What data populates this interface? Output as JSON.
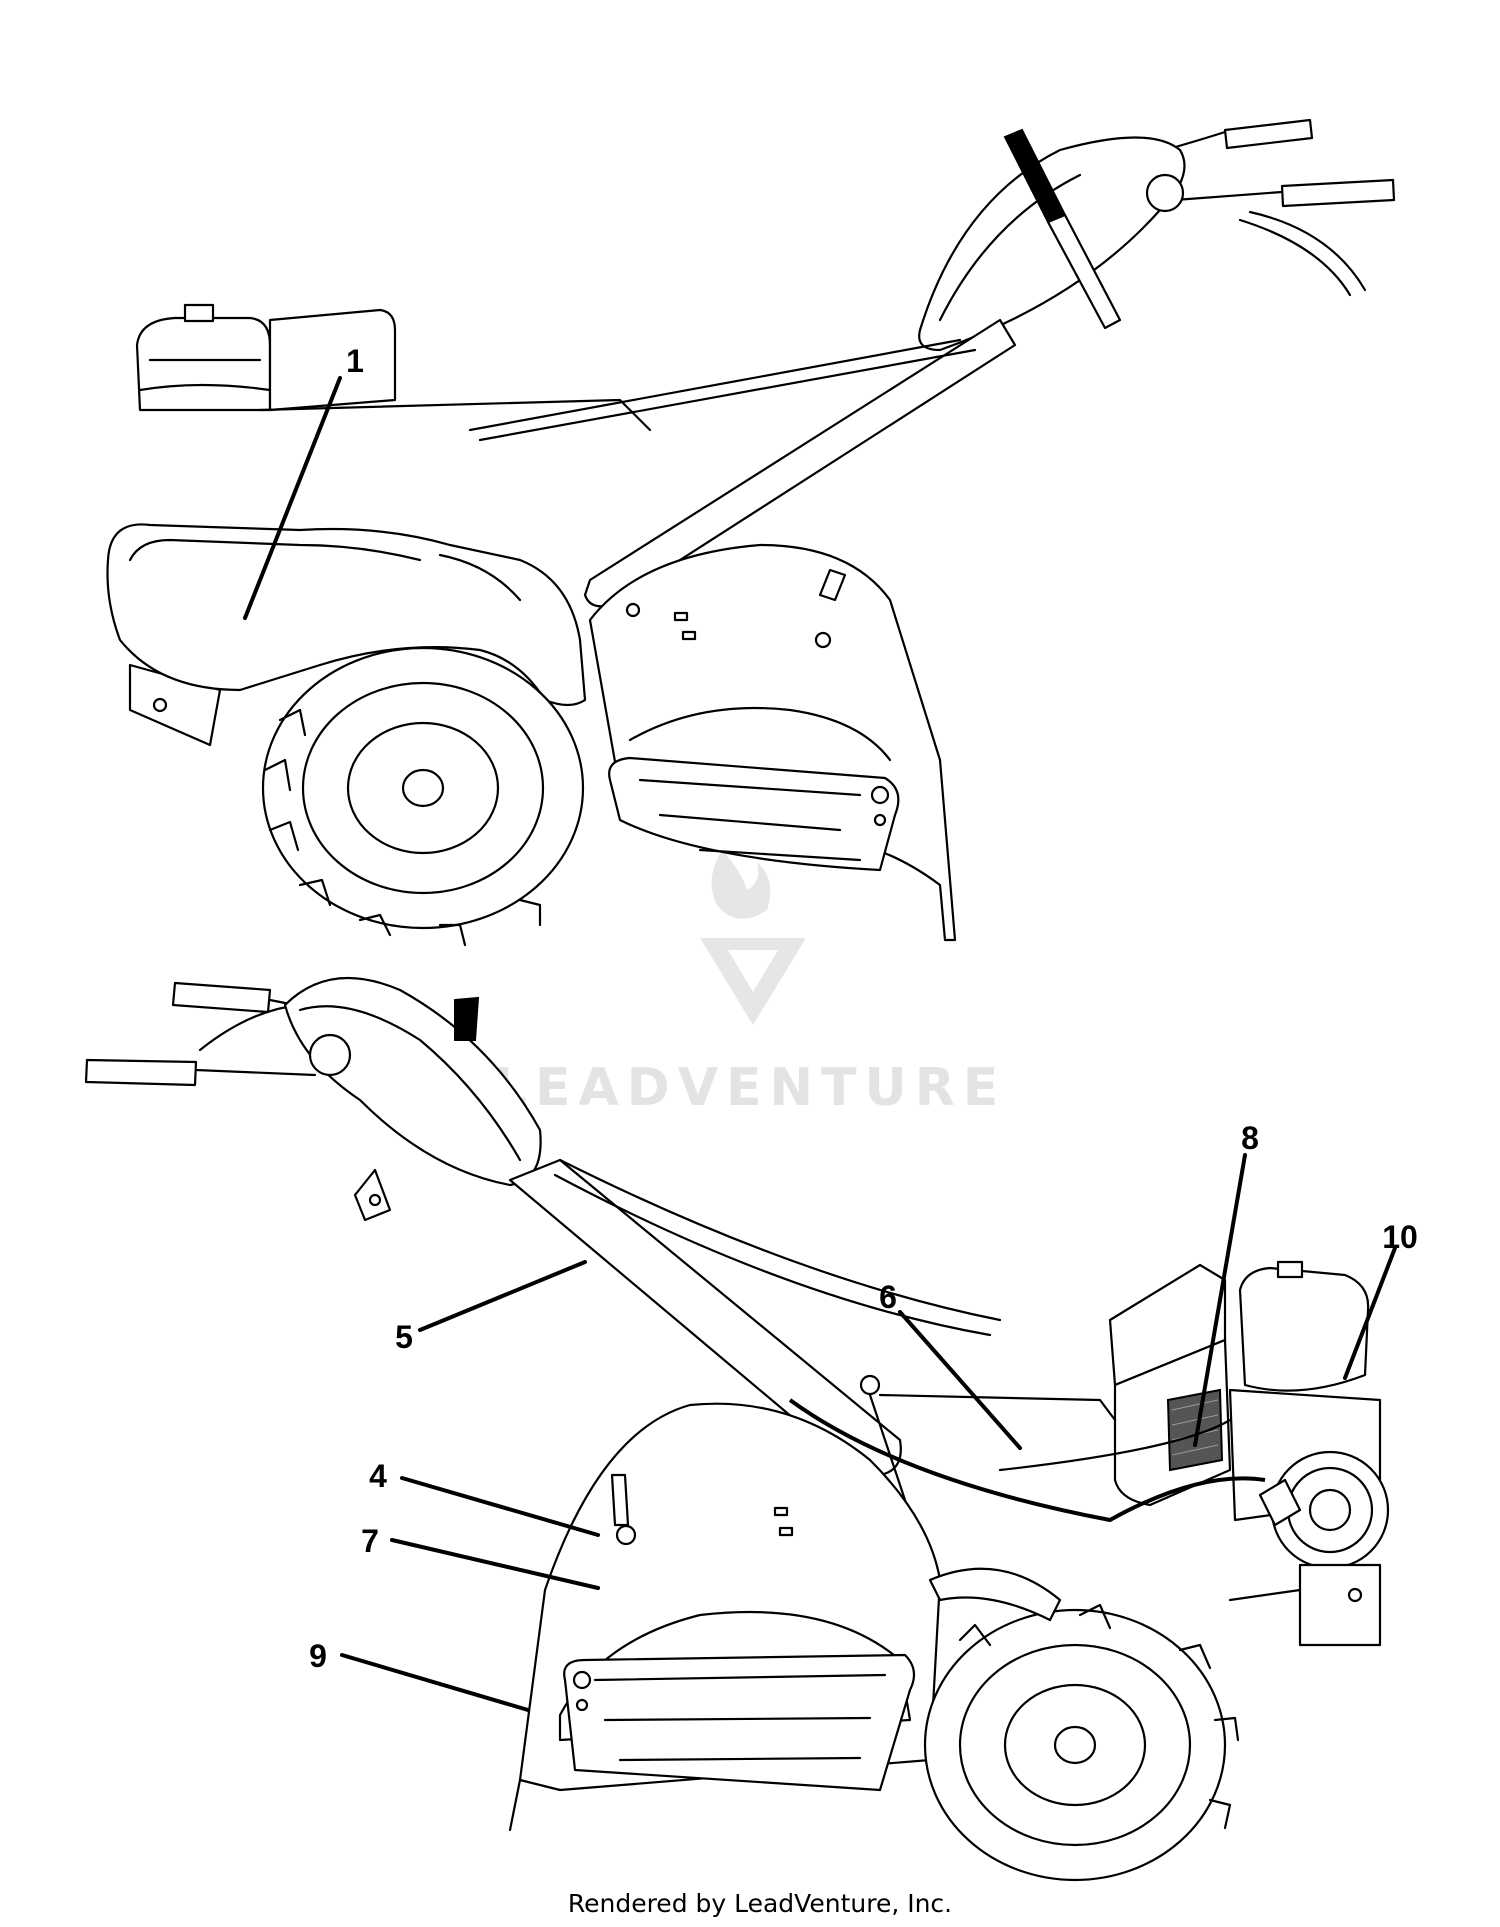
{
  "callouts": [
    {
      "id": "1",
      "label": "1"
    },
    {
      "id": "4",
      "label": "4"
    },
    {
      "id": "5",
      "label": "5"
    },
    {
      "id": "6",
      "label": "6"
    },
    {
      "id": "7",
      "label": "7"
    },
    {
      "id": "8",
      "label": "8"
    },
    {
      "id": "9",
      "label": "9"
    },
    {
      "id": "10",
      "label": "10"
    }
  ],
  "watermark": {
    "text": "LEADVENTURE"
  },
  "footer": {
    "text": "Rendered by LeadVenture, Inc."
  }
}
